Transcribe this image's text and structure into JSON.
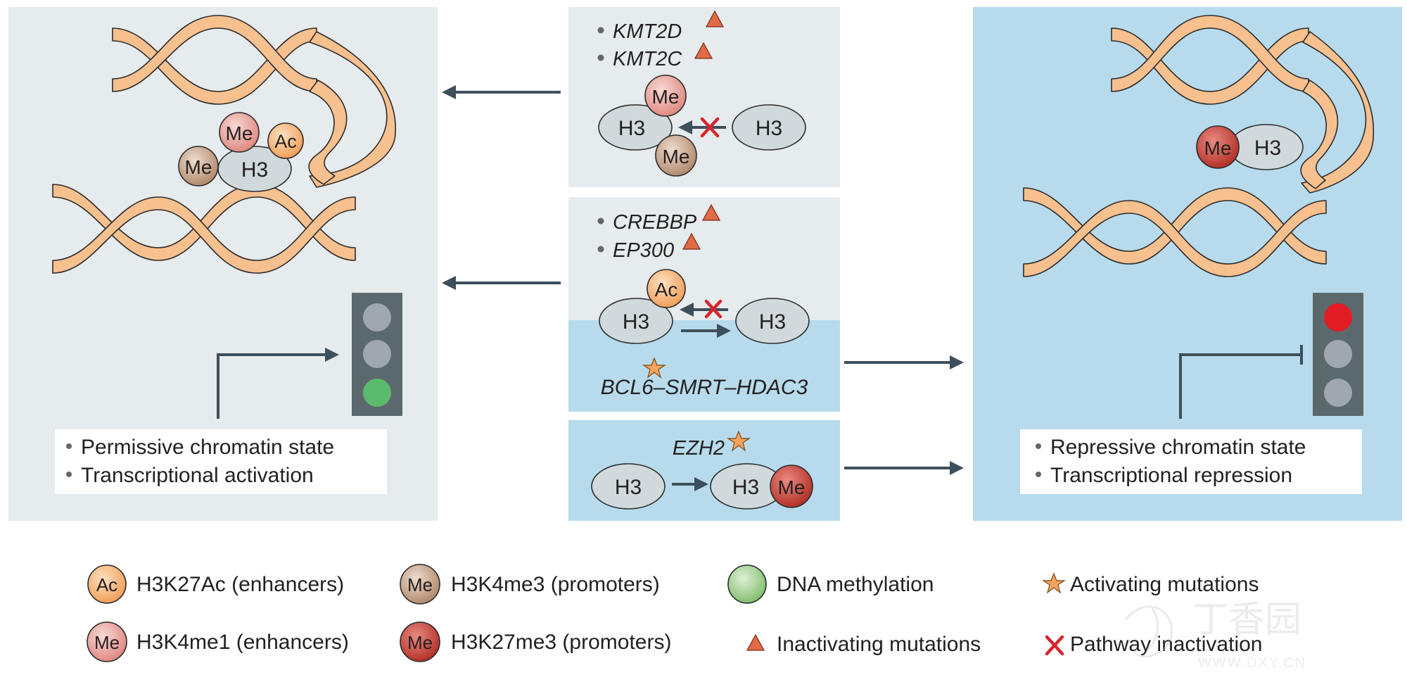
{
  "center_top": {
    "genes": [
      "KMT2D",
      "KMT2C"
    ],
    "me_top": "Me",
    "h3_left": "H3",
    "me_bottom": "Me",
    "h3_right": "H3"
  },
  "center_mid": {
    "genes": [
      "CREBBP",
      "EP300"
    ],
    "ac": "Ac",
    "h3_left": "H3",
    "h3_right": "H3",
    "complex": "BCL6–SMRT–HDAC3"
  },
  "center_bottom": {
    "gene": "EZH2",
    "h3_left": "H3",
    "h3_right": "H3",
    "me": "Me"
  },
  "left_panel": {
    "me_top": "Me",
    "ac": "Ac",
    "me_left": "Me",
    "h3": "H3",
    "states": [
      "Permissive chromatin state",
      "Transcriptional activation"
    ]
  },
  "right_panel": {
    "me": "Me",
    "h3": "H3",
    "states": [
      "Repressive chromatin state",
      "Transcriptional repression"
    ]
  },
  "legend": {
    "ac_symbol": "Ac",
    "ac_label": "H3K27Ac (enhancers)",
    "me3_symbol": "Me",
    "me3_label": "H3K4me3 (promoters)",
    "dna_label": "DNA methylation",
    "activating_label": "Activating mutations",
    "me1_symbol": "Me",
    "me1_label": "H3K4me1 (enhancers)",
    "k27_symbol": "Me",
    "k27_label": "H3K27me3 (promoters)",
    "inactivating_label": "Inactivating mutations",
    "pathway_label": "Pathway inactivation"
  },
  "watermark": {
    "cn": "丁香园",
    "url": "WWW.DXY.CN"
  },
  "colors": {
    "panel_gray": "#e6ebed",
    "panel_blue": "#b7dbec",
    "dna": "#f7c08f",
    "dna_stroke": "#2b2b2b",
    "h3": "#d0d9db",
    "ac": "#f7b16d",
    "me1": "#eba7a0",
    "me3": "#c9a88f",
    "k27": "#c9473c",
    "dna_methylation": "#9ed08c",
    "triangle": "#e06b45",
    "star": "#f5a35d",
    "cross": "#d7242c",
    "arrow": "#3d4f5b",
    "light_green": "#5bbb6d",
    "light_red": "#e21c24",
    "light_off": "#9fa9ad",
    "light_box": "#5b686c"
  }
}
